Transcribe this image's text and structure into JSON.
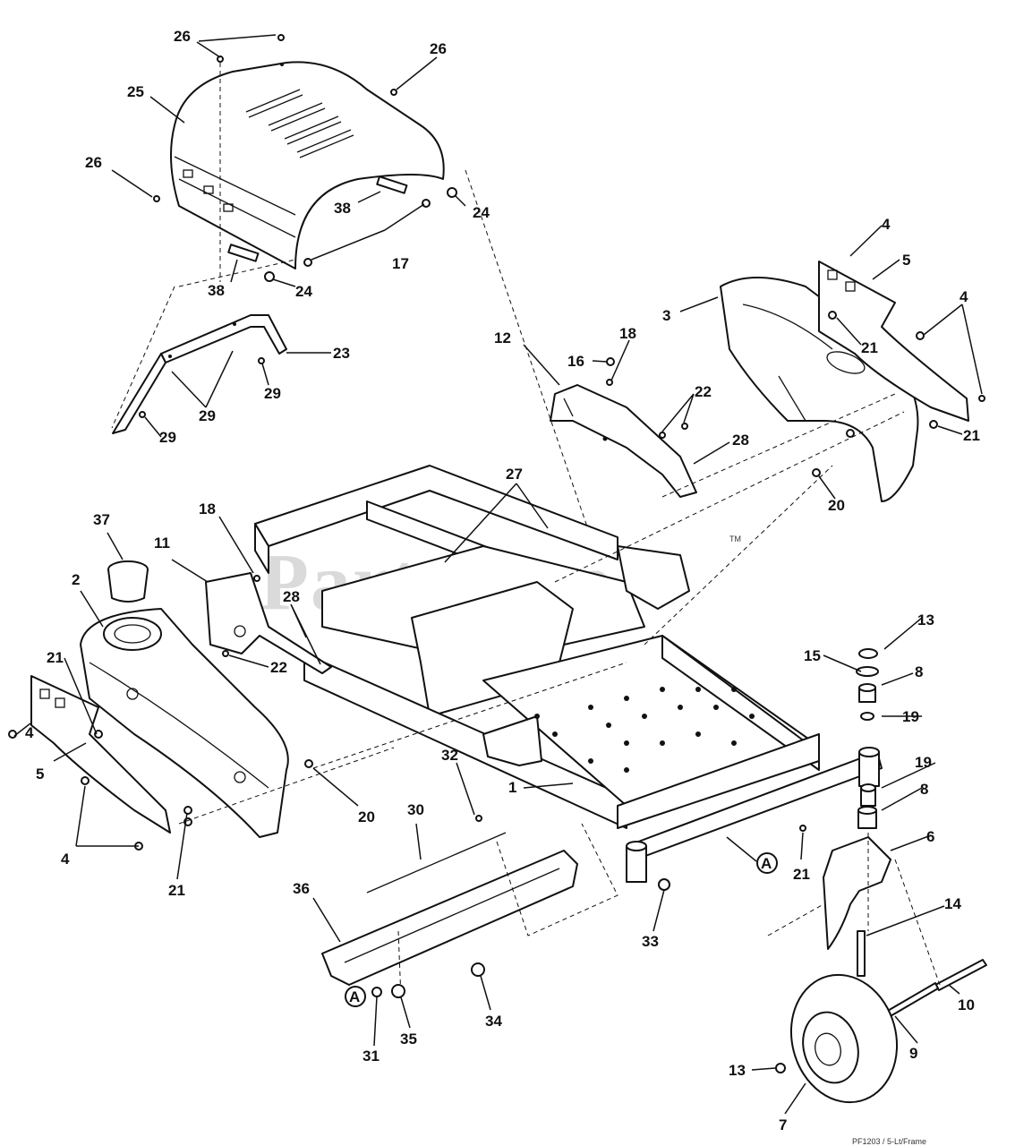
{
  "watermark": {
    "text": "PartsTree",
    "tm": "TM"
  },
  "drawing_code": "PF1203 / 5-Lt/Frame",
  "callout_letter": "A",
  "labels": {
    "p1": "1",
    "p2": "2",
    "p3": "3",
    "p4a": "4",
    "p4b": "4",
    "p4c": "4",
    "p4d": "4",
    "p5a": "5",
    "p5b": "5",
    "p6": "6",
    "p7": "7",
    "p8a": "8",
    "p8b": "8",
    "p9": "9",
    "p10": "10",
    "p11": "11",
    "p12": "12",
    "p13a": "13",
    "p13b": "13",
    "p14": "14",
    "p15": "15",
    "p16": "16",
    "p17": "17",
    "p18a": "18",
    "p18b": "18",
    "p19a": "19",
    "p19b": "19",
    "p20a": "20",
    "p20b": "20",
    "p21a": "21",
    "p21b": "21",
    "p21c": "21",
    "p21d": "21",
    "p21e": "21",
    "p22a": "22",
    "p22b": "22",
    "p23": "23",
    "p24a": "24",
    "p24b": "24",
    "p25": "25",
    "p26a": "26",
    "p26b": "26",
    "p26c": "26",
    "p27": "27",
    "p28a": "28",
    "p28b": "28",
    "p29a": "29",
    "p29b": "29",
    "p29c": "29",
    "p30": "30",
    "p31": "31",
    "p32": "32",
    "p33": "33",
    "p34": "34",
    "p35": "35",
    "p36": "36",
    "p37": "37",
    "p38a": "38",
    "p38b": "38"
  }
}
